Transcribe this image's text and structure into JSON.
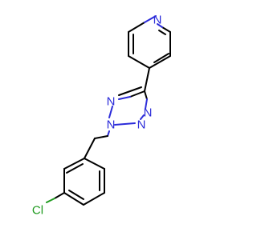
{
  "atoms": {
    "pyridine_n": {
      "label": "N",
      "color": "#2b2bd9"
    },
    "tetrazole_n1": {
      "label": "N",
      "color": "#2b2bd9"
    },
    "tetrazole_n2": {
      "label": "N",
      "color": "#2b2bd9"
    },
    "tetrazole_n3": {
      "label": "N",
      "color": "#2b2bd9"
    },
    "tetrazole_n4": {
      "label": "N",
      "color": "#2b2bd9"
    },
    "chlorine": {
      "label": "Cl",
      "color": "#1f9a1f"
    }
  }
}
